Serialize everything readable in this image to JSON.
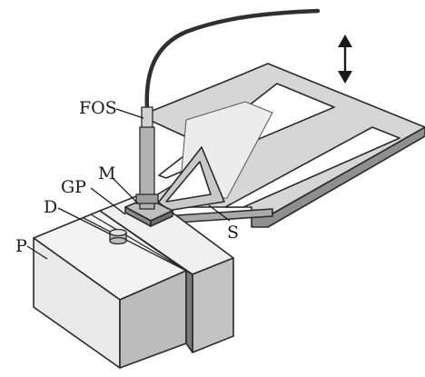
{
  "figure": {
    "labels": {
      "fos": "FOS",
      "gp": "GP",
      "m": "M",
      "d": "D",
      "p": "P",
      "s": "S"
    },
    "colors": {
      "background": "#ffffff",
      "plate_top": "#d9d9d9",
      "plate_edge": "#9a9a9a",
      "block_front": "#e8e8e8",
      "block_side": "#bdbdbd",
      "block_top": "#f2f2f2",
      "cable": "#3a3a3a",
      "probe": "#b8b8b8",
      "outline": "#2a2a2a"
    },
    "icons": {
      "motion": "double-arrow-vertical-icon"
    }
  }
}
